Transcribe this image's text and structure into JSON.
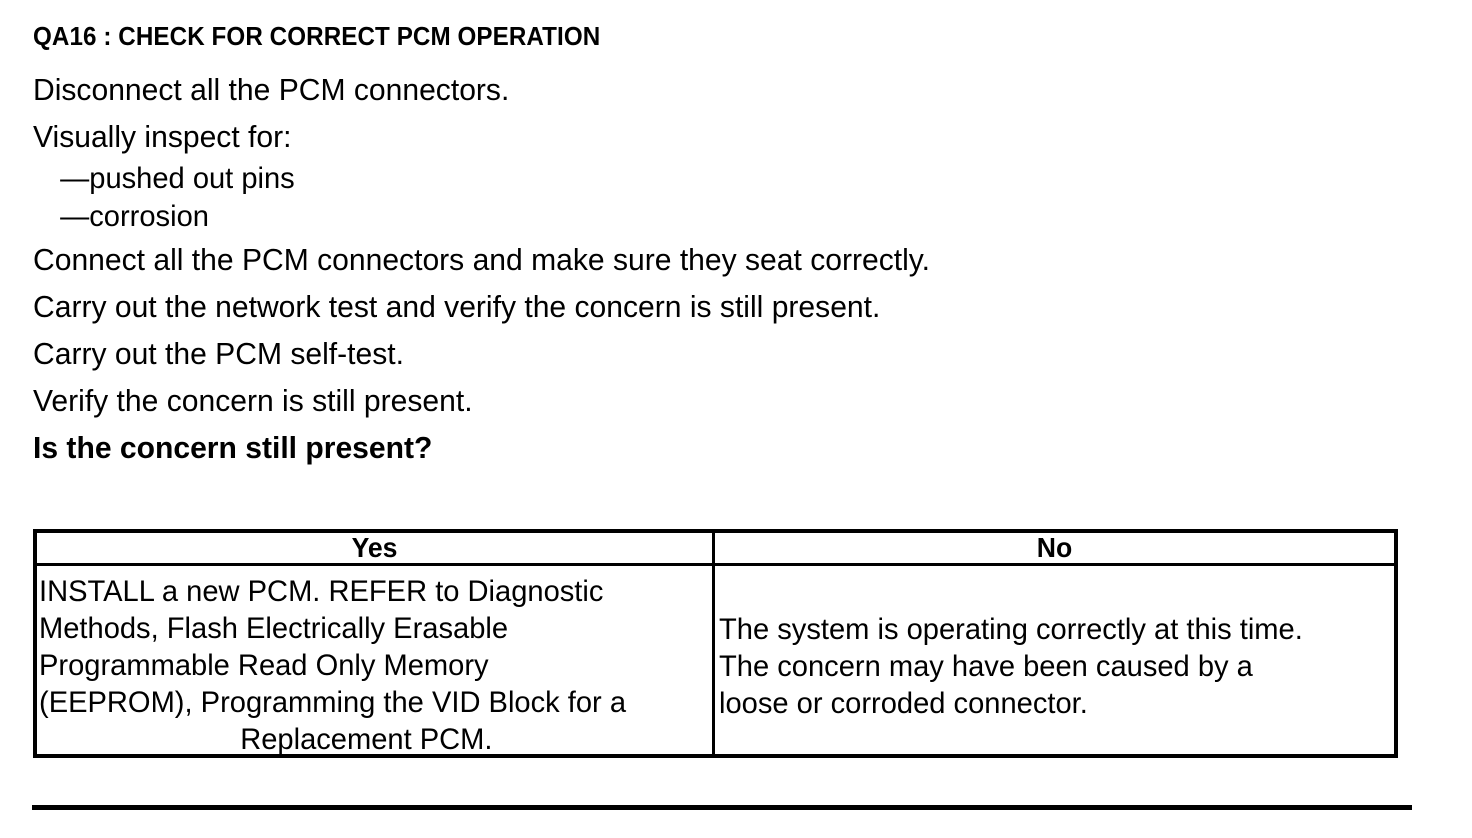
{
  "document": {
    "heading": "QA16 : CHECK FOR CORRECT PCM OPERATION",
    "steps": [
      {
        "text": "Disconnect all the PCM connectors.",
        "style": "normal"
      },
      {
        "text": "Visually inspect for:",
        "style": "normal"
      },
      {
        "text": "—pushed out pins",
        "style": "dash"
      },
      {
        "text": "—corrosion",
        "style": "dash"
      },
      {
        "text": "Connect all the PCM connectors and make sure they seat correctly.",
        "style": "normal"
      },
      {
        "text": "Carry out the network test and verify the concern is still present.",
        "style": "normal"
      },
      {
        "text": "Carry out the PCM self-test.",
        "style": "normal"
      },
      {
        "text": "Verify the concern is still present.",
        "style": "normal"
      },
      {
        "text": "Is the concern still present?",
        "style": "bold"
      }
    ],
    "answer_table": {
      "headers": [
        "Yes",
        "No"
      ],
      "yes_cell_lines": [
        "INSTALL a new PCM. REFER to Diagnostic",
        "Methods,  Flash Electrically Erasable",
        "Programmable Read Only Memory",
        "(EEPROM), Programming the VID Block for a",
        "Replacement PCM."
      ],
      "no_cell_lines": [
        "The system is operating correctly at this time.",
        "The concern may have been caused by a",
        "loose or corroded connector."
      ]
    },
    "colors": {
      "ink": "#000000",
      "paper": "#ffffff"
    }
  }
}
